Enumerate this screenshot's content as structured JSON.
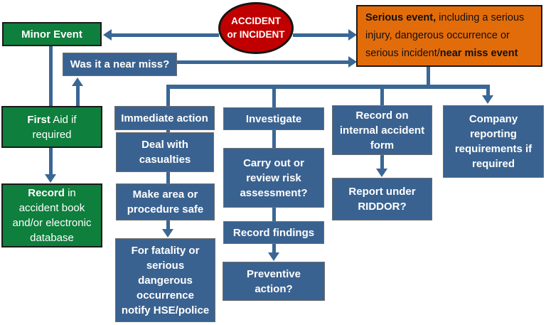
{
  "colors": {
    "green": "#0E7F3C",
    "blue": "#3A6290",
    "orange": "#E36C0A",
    "red": "#C00000",
    "connector": "#3A6795"
  },
  "nodes": {
    "accident": {
      "label": "ACCIDENT\nor INCIDENT"
    },
    "minor": {
      "label": "Minor Event"
    },
    "near_miss": {
      "label": "Was it a near miss?"
    },
    "serious": {
      "bold1": "Serious event,",
      "regular": " including a serious injury, dangerous occurrence or serious incident/",
      "bold2": "near miss event"
    },
    "first_aid": {
      "bold": "First",
      "rest": " Aid if\nrequired"
    },
    "record_book": {
      "bold": "Record",
      "rest": " in\naccident book\nand/or electronic\ndatabase"
    },
    "immediate": {
      "label": "Immediate action"
    },
    "casualties": {
      "label": "Deal with\ncasualties"
    },
    "make_safe": {
      "label": "Make area or\nprocedure safe"
    },
    "fatality": {
      "label": "For fatality or\nserious\ndangerous\noccurrence\nnotify HSE/police"
    },
    "investigate": {
      "label": "Investigate"
    },
    "risk_assessment": {
      "label": "Carry out or\nreview risk\nassessment?"
    },
    "record_findings": {
      "label": "Record findings"
    },
    "preventive": {
      "label": "Preventive\naction?"
    },
    "internal_form": {
      "label": "Record on\ninternal accident\nform"
    },
    "riddor": {
      "label": "Report under\nRIDDOR?"
    },
    "company": {
      "label": "Company\nreporting\nrequirements if\nrequired"
    }
  }
}
